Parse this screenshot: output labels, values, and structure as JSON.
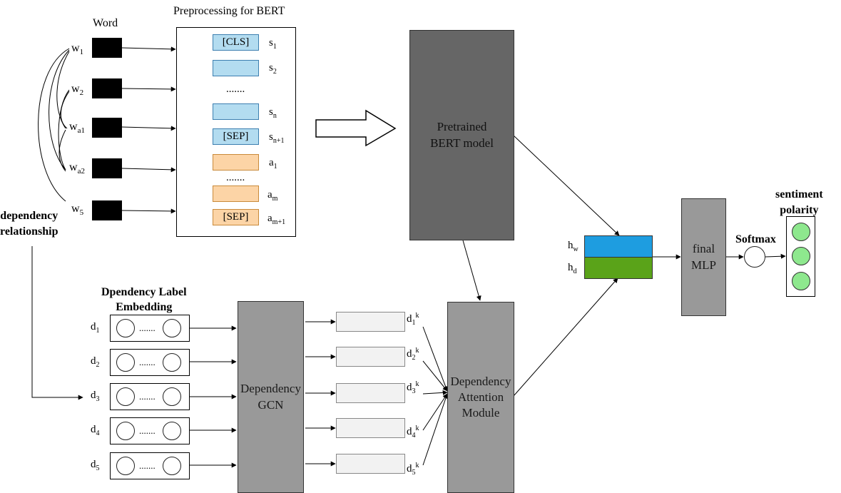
{
  "headers": {
    "word": "Word",
    "preprocessing": "Preprocessing for BERT",
    "dependency_relationship": "dependency\nrelationship",
    "dep_label_embedding": "Dpendency Label\nEmbedding",
    "sentiment_polarity": "sentiment\npolarity",
    "softmax": "Softmax"
  },
  "words": [
    {
      "base": "w",
      "sub": "1"
    },
    {
      "base": "w",
      "sub": "2"
    },
    {
      "base": "w",
      "sub": "a1"
    },
    {
      "base": "w",
      "sub": "a2"
    },
    {
      "base": "w",
      "sub": "5"
    }
  ],
  "tokens": [
    {
      "text": "[CLS]",
      "color": "blue",
      "label_base": "s",
      "label_sub": "1"
    },
    {
      "text": "",
      "color": "blue",
      "label_base": "s",
      "label_sub": "2"
    },
    {
      "text": ".......",
      "color": "none",
      "label_base": "",
      "label_sub": ""
    },
    {
      "text": "",
      "color": "blue",
      "label_base": "s",
      "label_sub": "n"
    },
    {
      "text": "[SEP]",
      "color": "blue",
      "label_base": "s",
      "label_sub": "n+1"
    },
    {
      "text": "",
      "color": "orange",
      "label_base": "a",
      "label_sub": "1"
    },
    {
      "text": ".......",
      "color": "none",
      "label_base": "",
      "label_sub": ""
    },
    {
      "text": "",
      "color": "orange",
      "label_base": "a",
      "label_sub": "m"
    },
    {
      "text": "[SEP]",
      "color": "orange",
      "label_base": "a",
      "label_sub": "m+1"
    }
  ],
  "bert": {
    "label": "Pretrained\nBERT model"
  },
  "gcn": {
    "label": "Dependency\nGCN"
  },
  "attention": {
    "label": "Dependency\nAttention\nModule"
  },
  "mlp": {
    "label": "final\nMLP"
  },
  "dep_labels": [
    {
      "base": "d",
      "sub": "1",
      "dots": "......."
    },
    {
      "base": "d",
      "sub": "2",
      "dots": "......."
    },
    {
      "base": "d",
      "sub": "3",
      "dots": "......."
    },
    {
      "base": "d",
      "sub": "4",
      "dots": "......."
    },
    {
      "base": "d",
      "sub": "5",
      "dots": "......."
    }
  ],
  "gcn_outputs": [
    {
      "base": "d",
      "sub": "1",
      "sup": "k"
    },
    {
      "base": "d",
      "sub": "2",
      "sup": "k"
    },
    {
      "base": "d",
      "sub": "3",
      "sup": "k"
    },
    {
      "base": "d",
      "sub": "4",
      "sup": "k"
    },
    {
      "base": "d",
      "sub": "5",
      "sup": "k"
    }
  ],
  "hidden": [
    {
      "base": "h",
      "sub": "w",
      "color": "#1e9de0"
    },
    {
      "base": "h",
      "sub": "d",
      "color": "#5aa319"
    }
  ],
  "colors": {
    "token_blue": "#b3dcf0",
    "token_orange": "#fcd4a6",
    "bert_gray": "#666666",
    "module_gray": "#999999",
    "light_green": "#8ee88e"
  }
}
